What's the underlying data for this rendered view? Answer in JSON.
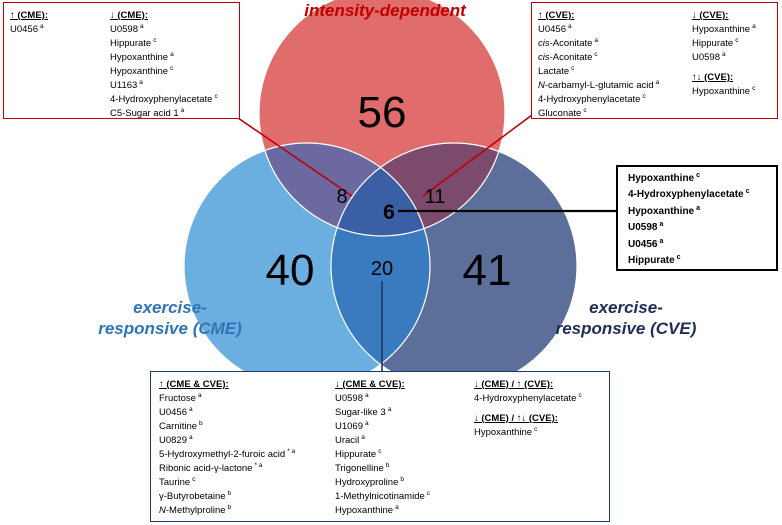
{
  "colors": {
    "intensity": "#e06c6c",
    "cme": "#6aafe0",
    "cve": "#5c6f9a",
    "intensity_cme": "#6b69a0",
    "intensity_cve": "#7b4a6c",
    "cme_cve": "#3a7bbf",
    "center": "#3b5fa5",
    "title_intensity": "#c00000",
    "title_cme": "#2e75b6",
    "title_cve": "#1f2d5a",
    "box_red": "#c00000",
    "box_navy": "#1f3864",
    "box_black": "#000000"
  },
  "titles": {
    "intensity": "intensity-dependent",
    "cme": [
      "exercise-",
      "responsive (CME)"
    ],
    "cve": [
      "exercise-",
      "responsive (CVE)"
    ]
  },
  "counts": {
    "intensity": "56",
    "cme": "40",
    "cve": "41",
    "intensity_cme": "8",
    "intensity_cve": "11",
    "cme_cve": "20",
    "all": "6"
  },
  "box_intensity_cme": {
    "columns": [
      [
        {
          "header": "↑ (CME):"
        },
        {
          "text": "U0456",
          "sup": "a"
        }
      ],
      [
        {
          "header": "↓ (CME):"
        },
        {
          "text": "U0598",
          "sup": "a"
        },
        {
          "text": "Hippurate",
          "sup": "c"
        },
        {
          "text": "Hypoxanthine",
          "sup": "a"
        },
        {
          "text": "Hypoxanthine",
          "sup": "c"
        },
        {
          "text": "U1163",
          "sup": "a"
        },
        {
          "text": "4-Hydroxyphenylacetate",
          "sup": "c"
        },
        {
          "text": "C5-Sugar acid 1",
          "sup": "a"
        }
      ]
    ]
  },
  "box_intensity_cve": {
    "columns": [
      [
        {
          "header": "↑ (CVE):"
        },
        {
          "text": "U0456",
          "sup": "a"
        },
        {
          "ital": "cis",
          "text": "-Aconitate",
          "sup": "a"
        },
        {
          "ital": "cis",
          "text": "-Aconitate",
          "sup": "c"
        },
        {
          "text": "Lactate",
          "sup": "c"
        },
        {
          "ital": "N",
          "text": "-carbamyl-L-glutamic acid",
          "sup": "a"
        },
        {
          "text": "4-Hydroxyphenylacetate",
          "sup": "c"
        },
        {
          "text": "Gluconate",
          "sup": "c"
        }
      ],
      [
        {
          "header": "↓ (CVE):"
        },
        {
          "text": "Hypoxanthine",
          "sup": "a"
        },
        {
          "text": "Hippurate",
          "sup": "c"
        },
        {
          "text": "U0598",
          "sup": "a"
        },
        {
          "gap": true
        },
        {
          "header": "↑↓ (CVE):"
        },
        {
          "text": "Hypoxanthine",
          "sup": "c"
        }
      ]
    ]
  },
  "box_all": {
    "columns": [
      [
        {
          "text": "Hypoxanthine",
          "sup": "c"
        },
        {
          "text": "4-Hydroxyphenylacetate",
          "sup": "c"
        },
        {
          "text": "Hypoxanthine",
          "sup": "a"
        },
        {
          "text": "U0598",
          "sup": "a"
        },
        {
          "text": "U0456",
          "sup": "a"
        },
        {
          "text": "Hippurate",
          "sup": "c"
        }
      ]
    ]
  },
  "box_cme_cve": {
    "columns": [
      [
        {
          "header": "↑ (CME & CVE):"
        },
        {
          "text": "Fructose",
          "sup": "a"
        },
        {
          "text": "U0456",
          "sup": "a"
        },
        {
          "text": "Carnitine",
          "sup": "b"
        },
        {
          "text": "U0829",
          "sup": "a"
        },
        {
          "text": "5-Hydroxymethyl-2-furoic acid",
          "sup": "* a"
        },
        {
          "text": "Ribonic acid-γ-lactone",
          "sup": "* a"
        },
        {
          "text": "Taurine",
          "sup": "c"
        },
        {
          "text": "γ-Butyrobetaine",
          "sup": "b"
        },
        {
          "ital": "N",
          "text": "-Methylproline",
          "sup": "b"
        }
      ],
      [
        {
          "header": "↓ (CME & CVE):"
        },
        {
          "text": "U0598",
          "sup": "a"
        },
        {
          "text": "Sugar-like 3",
          "sup": "a"
        },
        {
          "text": "U1069",
          "sup": "a"
        },
        {
          "text": "Uracil",
          "sup": "a"
        },
        {
          "text": "Hippurate",
          "sup": "c"
        },
        {
          "text": "Trigonelline",
          "sup": "b"
        },
        {
          "text": "Hydroxyproline",
          "sup": "b"
        },
        {
          "text": "1-Methylnicotinamide",
          "sup": "c"
        },
        {
          "text": "Hypoxanthine",
          "sup": "a"
        }
      ],
      [
        {
          "header": "↓ (CME) / ↑ (CVE):"
        },
        {
          "text": "4-Hydroxyphenylacetate",
          "sup": "c"
        },
        {
          "gap": true
        },
        {
          "header": "↓ (CME) / ↑↓ (CVE):"
        },
        {
          "text": "Hypoxanthine",
          "sup": "c"
        }
      ]
    ]
  }
}
